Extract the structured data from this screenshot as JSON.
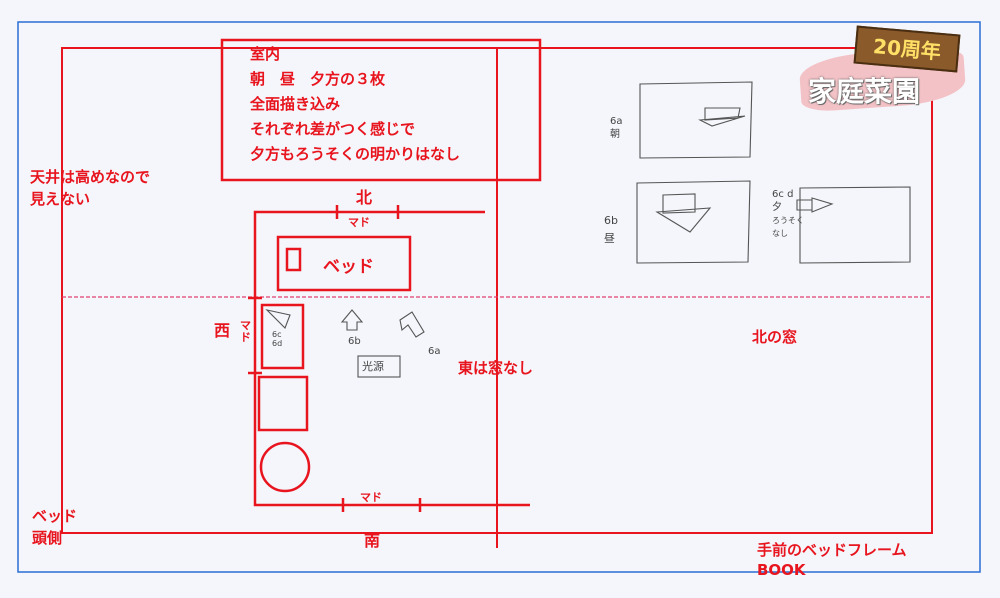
{
  "notes_box": {
    "lines": [
      "室内",
      "朝　昼　夕方の３枚",
      "全面描き込み",
      "それぞれ差がつく感じで",
      "夕方もろうそくの明かりはなし"
    ]
  },
  "labels": {
    "ceiling": [
      "天井は高めなので",
      "見えない"
    ],
    "bed_head": [
      "ベッド",
      "頭側"
    ],
    "north": "北",
    "south": "南",
    "west": "西",
    "east": "東は窓なし",
    "north_window": "北の窓",
    "front_frame": [
      "手前のベッドフレーム",
      "BOOK"
    ],
    "bed": "ベッド",
    "window_top": "マド",
    "window_bottom": "マド",
    "window_west": "マド",
    "light_source": "光源"
  },
  "pencil": {
    "arrow_6b": "6b",
    "arrow_6a": "6a",
    "west_marks": [
      "6c",
      "6d"
    ],
    "panel_6a": [
      "6a",
      "朝"
    ],
    "panel_6b": [
      "6b",
      "昼"
    ],
    "panel_6c": [
      "6c",
      "d",
      "夕",
      "ろうそく",
      "なし"
    ]
  },
  "logo": {
    "badge": "20周年",
    "title": "家庭菜園"
  },
  "colors": {
    "red": "#e8141e",
    "blue": "#2a6fd6",
    "pencil": "#555555"
  }
}
